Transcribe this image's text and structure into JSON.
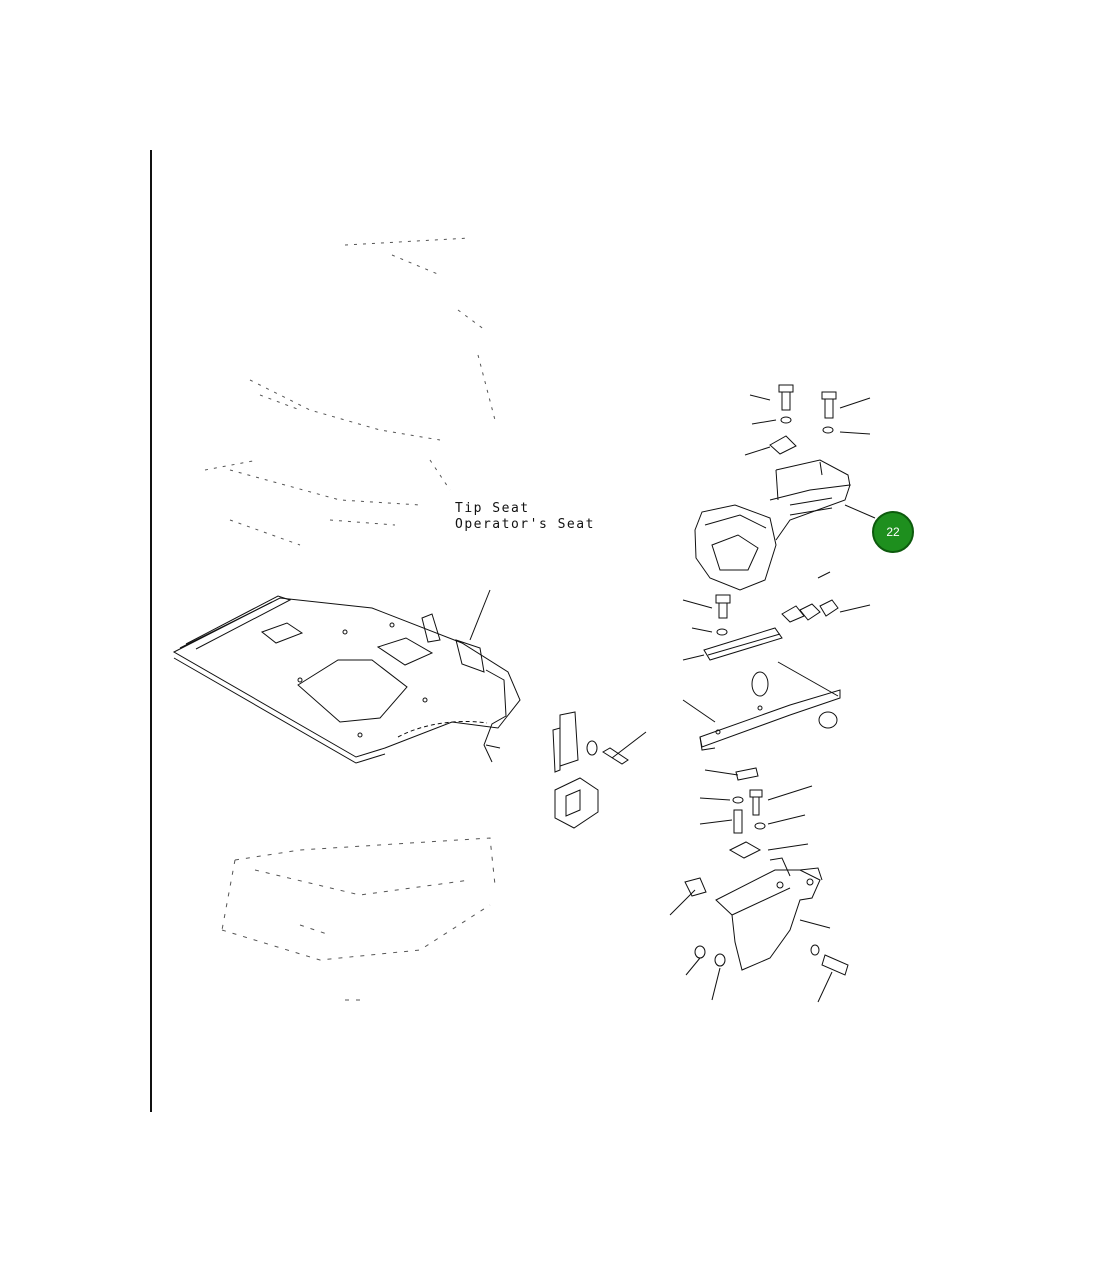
{
  "diagram": {
    "labels": {
      "seat_line1": "Tip Seat",
      "seat_line2": "Operator's Seat"
    },
    "callout": {
      "number": "22",
      "color": "#1e8f1e",
      "border_color": "#0d5a0d"
    },
    "line_color": "#111111"
  }
}
